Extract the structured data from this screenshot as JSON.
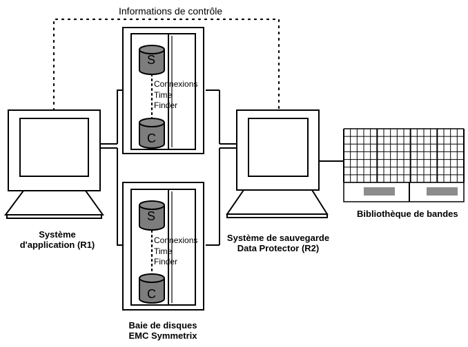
{
  "labels": {
    "control_info": "Informations de contrôle",
    "app_system": [
      "Système",
      "d'application (R1)"
    ],
    "backup_system": [
      "Système de sauvegarde",
      "Data Protector (R2)"
    ],
    "tape_library": "Bibliothèque de bandes",
    "disk_array": [
      "Baie de disques",
      "EMC Symmetrix"
    ],
    "timefinder_top": [
      "Connexions",
      "Time",
      "Finder"
    ],
    "timefinder_bottom": [
      "Connexions",
      "Time",
      "Finder"
    ],
    "disk_s": "S",
    "disk_c": "C"
  },
  "colors": {
    "line": "#000000",
    "disk_fill": "#7d7d7d",
    "slot_fill": "#8c8c8c",
    "background": "#ffffff"
  },
  "icons": [
    "workstation-icon",
    "disk-array-cabinet-icon",
    "disk-cylinder-icon",
    "tape-library-icon"
  ]
}
